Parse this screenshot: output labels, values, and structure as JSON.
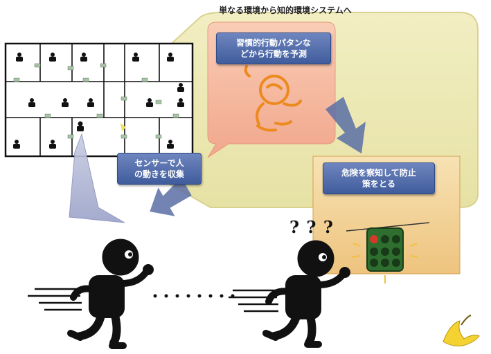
{
  "title": "単なる環境から知的環境システムへ",
  "boxes": {
    "predict": "習慣的行動パタンな\nどから行動を予測",
    "sensor": "センサーで人\nの動きを収集",
    "prevent": "危険を察知して防止\n策をとる"
  },
  "question_marks": "? ? ?",
  "colors": {
    "yellow_callout": "#eeeab2",
    "pink_bubble": "#f6b9a0",
    "blue_box": "#4e6aa8",
    "orange_figure": "#ec8a1e",
    "light_box": "#f4d9a4"
  }
}
